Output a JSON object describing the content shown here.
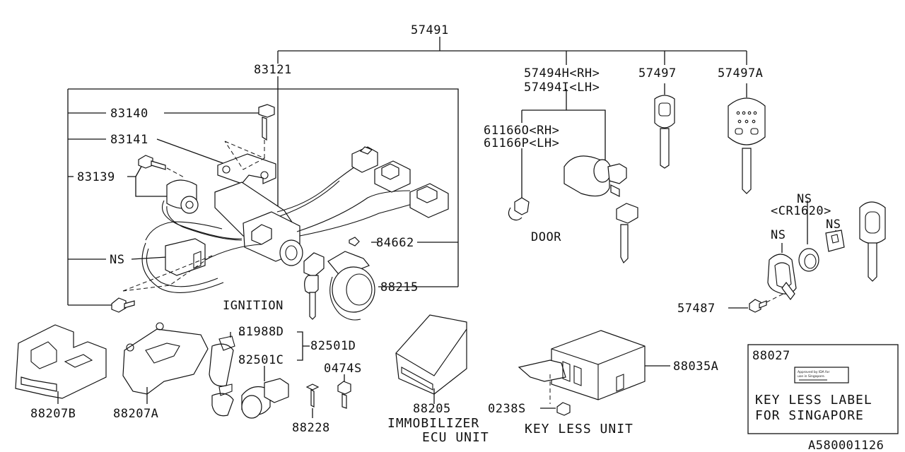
{
  "labels": {
    "p57491": "57491",
    "p83121": "83121",
    "p57494h": "57494H<RH>",
    "p57494i": "57494I<LH>",
    "p57497": "57497",
    "p57497a": "57497A",
    "p83140": "83140",
    "p83141": "83141",
    "p83139": "83139",
    "ns1": "NS",
    "p61166o": "61166O<RH>",
    "p61166p": "61166P<LH>",
    "door": "DOOR",
    "p84662": "84662",
    "p88215": "88215",
    "ignition": "IGNITION",
    "ns2": "NS",
    "cr1620": "<CR1620>",
    "ns3": "NS",
    "ns4": "NS",
    "p57487": "57487",
    "p81988d": "81988D",
    "p82501d": "82501D",
    "p82501c": "82501C",
    "p0474s": "0474S",
    "p88207b": "88207B",
    "p88207a": "88207A",
    "p88228": "88228",
    "p88205": "88205",
    "immobilizer": "IMMOBILIZER",
    "ecu_unit": "ECU UNIT",
    "p0238s": "0238S",
    "key_less_unit": "KEY LESS UNIT",
    "p88035a": "88035A",
    "p88027": "88027",
    "key_less_label": "KEY LESS LABEL",
    "for_singapore": "FOR SINGAPORE",
    "diagram_id": "A580001126",
    "label_line1": "Approved by IDA for",
    "label_line2": "use in Singapore."
  }
}
